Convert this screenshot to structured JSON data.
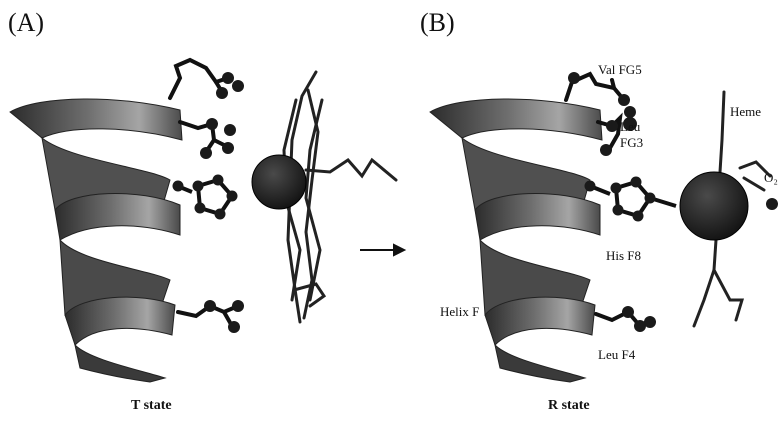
{
  "panels": {
    "a": {
      "letter": "(A)",
      "caption": "T state"
    },
    "b": {
      "letter": "(B)",
      "caption": "R state"
    }
  },
  "labels": {
    "val_fg5": "Val FG5",
    "leu_fg3_line1": "Leu",
    "leu_fg3_line2": "FG3",
    "heme": "Heme",
    "o2": "O₂",
    "his_f8": "His F8",
    "helix_f": "Helix F",
    "leu_f4": "Leu F4"
  },
  "colors": {
    "ink": "#111111",
    "helix_dark": "#3a3a3a",
    "helix_light": "#8c8c8c",
    "atom": "#1a1a1a"
  }
}
